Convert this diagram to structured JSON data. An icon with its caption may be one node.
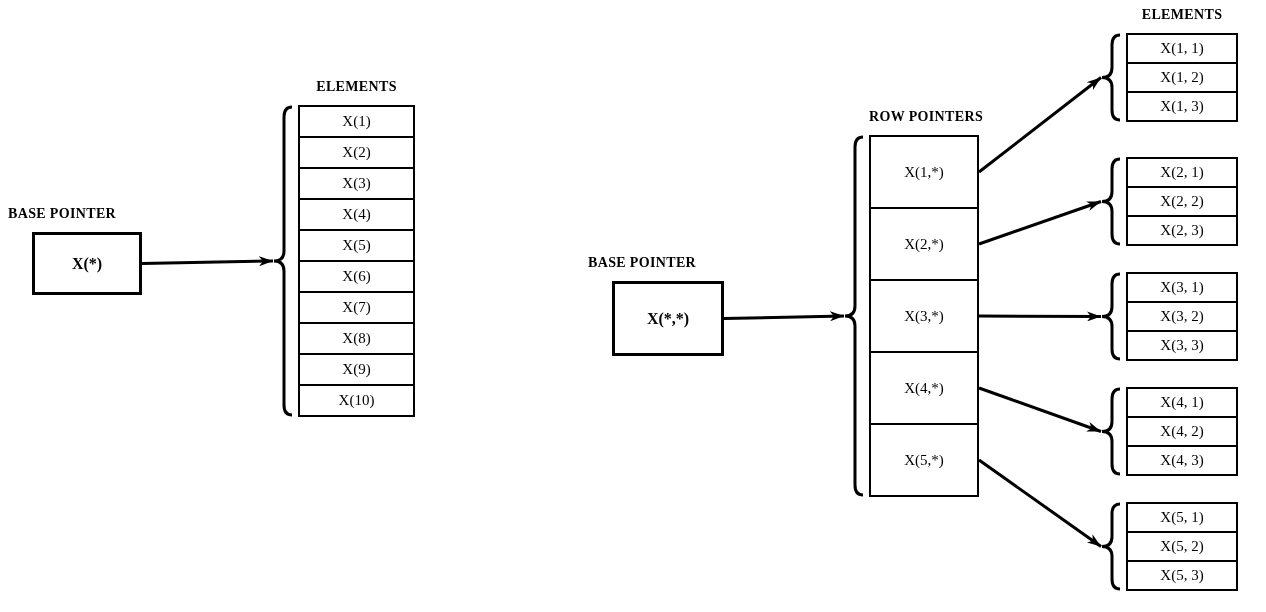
{
  "diagram": {
    "nodes": [
      {
        "text": [
          "BASE POINTER",
          "X(*)"
        ]
      },
      {
        "text": [
          "ELEMENTS"
        ]
      },
      {
        "text": [
          "X(1)"
        ],
        "in": 1
      },
      {
        "text": [
          "X(2)"
        ],
        "in": 1
      },
      {
        "text": [
          "X(3)"
        ],
        "in": 1
      },
      {
        "text": [
          "X(4)"
        ],
        "in": 1
      },
      {
        "text": [
          "X(5)"
        ],
        "in": 1
      },
      {
        "text": [
          "X(6)"
        ],
        "in": 1
      },
      {
        "text": [
          "X(7)"
        ],
        "in": 1
      },
      {
        "text": [
          "X(8)"
        ],
        "in": 1
      },
      {
        "text": [
          "X(9)"
        ],
        "in": 1
      },
      {
        "text": [
          "X(10)"
        ],
        "in": 1
      },
      {
        "text": [
          "BASE POINTER",
          "X(*,*)"
        ]
      },
      {
        "text": [
          "ROW POINTERS"
        ]
      },
      {
        "text": [
          "X(1,*)"
        ],
        "in": 13
      },
      {
        "text": [
          "X(2,*)"
        ],
        "in": 13
      },
      {
        "text": [
          "X(3,*)"
        ],
        "in": 13
      },
      {
        "text": [
          "X(4,*)"
        ],
        "in": 13
      },
      {
        "text": [
          "X(5,*)"
        ],
        "in": 13
      },
      {
        "text": [
          "ELEMENTS"
        ]
      },
      {
        "text": [
          "X(1, 1)"
        ],
        "in": 19
      },
      {
        "text": [
          "X(1, 2)"
        ],
        "in": 19
      },
      {
        "text": [
          "X(1, 3)"
        ],
        "in": 19
      },
      {
        "text": [],
        "shape": "bracket"
      },
      {
        "text": [
          "X(2, 1)"
        ],
        "in": 23
      },
      {
        "text": [
          "X(2, 2)"
        ],
        "in": 23
      },
      {
        "text": [
          "X(2, 3)"
        ],
        "in": 23
      },
      {
        "text": [],
        "shape": "bracket"
      },
      {
        "text": [
          "X(3, 1)"
        ],
        "in": 27
      },
      {
        "text": [
          "X(3, 2)"
        ],
        "in": 27
      },
      {
        "text": [
          "X(3, 3)"
        ],
        "in": 27
      },
      {
        "text": [],
        "shape": "bracket"
      },
      {
        "text": [
          "X(4, 1)"
        ],
        "in": 31
      },
      {
        "text": [
          "X(4, 2)"
        ],
        "in": 31
      },
      {
        "text": [
          "X(4, 3)"
        ],
        "in": 31
      },
      {
        "text": [],
        "shape": "bracket"
      },
      {
        "text": [
          "X(5, 1)"
        ],
        "in": 35
      },
      {
        "text": [
          "X(5, 2)"
        ],
        "in": 35
      },
      {
        "text": [
          "X(5, 3)"
        ],
        "in": 35
      }
    ],
    "edges": [
      {
        "from": 0,
        "to": 1,
        "arrow": "to"
      },
      {
        "from": 12,
        "to": 13,
        "arrow": "to"
      },
      {
        "from": 14,
        "to": 19,
        "arrow": "to"
      },
      {
        "from": 15,
        "to": 23,
        "arrow": "to"
      },
      {
        "from": 16,
        "to": 27,
        "arrow": "to"
      },
      {
        "from": 17,
        "to": 31,
        "arrow": "to"
      },
      {
        "from": 18,
        "to": 35,
        "arrow": "to"
      }
    ]
  }
}
